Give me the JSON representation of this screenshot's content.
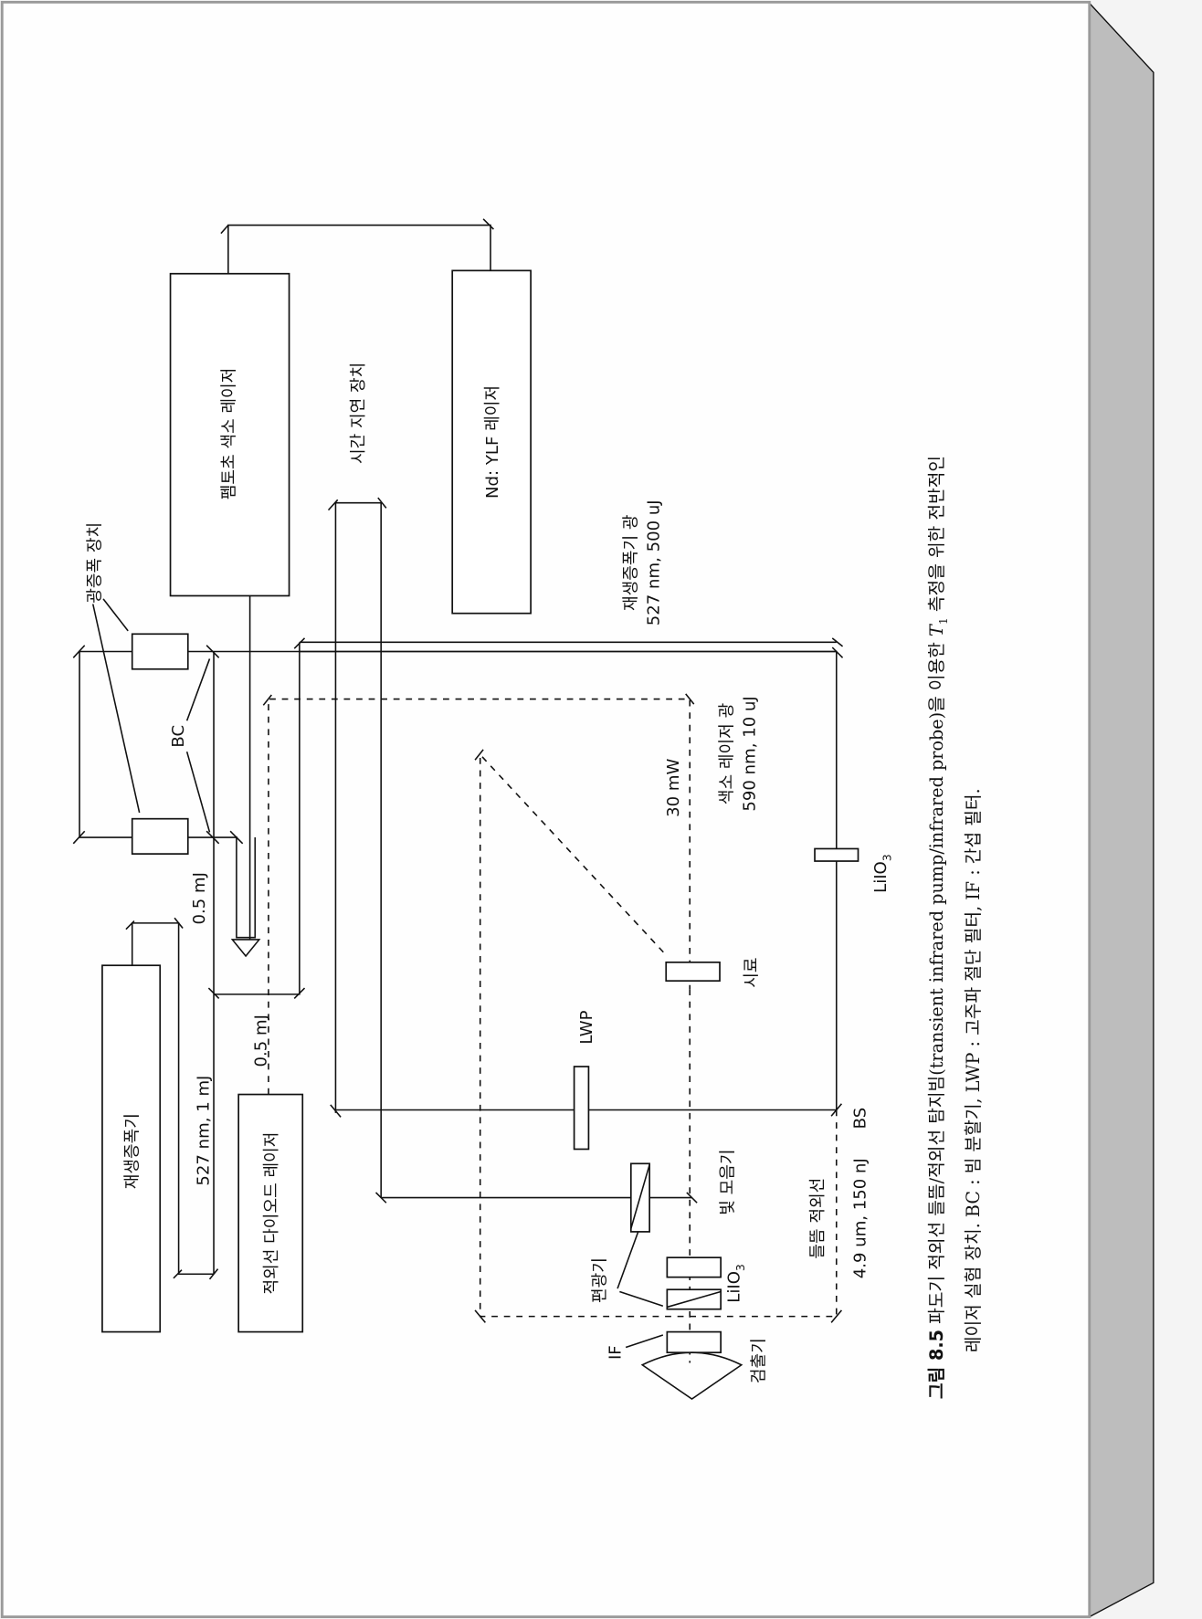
{
  "figure": {
    "components": {
      "femtosecond_dye_laser": "펨토초 색소 레이저",
      "nd_ylf_laser": "Nd: YLF 레이저",
      "time_delay": "시간 지연 장치",
      "regen_amplifier": "재생증폭기",
      "ir_diode_laser": "적외선 다이오드 레이저",
      "amplifier_label": "광증폭 장치",
      "bc_label": "BC",
      "lwp_label": "LWP",
      "sample_label": "시료",
      "light_collector_label": "빛 모음기",
      "polarizer_label": "편광기",
      "liio3_label_1": "LiIO",
      "liio3_label_2": "LiIO",
      "subscript_3": "3",
      "if_label": "IF",
      "detector_label": "검출기",
      "bs_label": "BS"
    },
    "annotations": {
      "regen_energy": "527 nm, 1 mJ",
      "split_energy_1": "0.5 mJ",
      "split_energy_2": "0.5 mJ",
      "regen_light_title": "재생증폭기 광",
      "regen_light_value": "527 nm, 500 uJ",
      "power_30mw": "30 mW",
      "dye_light_title": "색소 레이저 광",
      "dye_light_value": "590 nm, 10 uJ",
      "pump_ir_title": "들뜸 적외선",
      "pump_ir_value": "4.9 um, 150 nJ"
    }
  },
  "caption": {
    "label": "그림 8.5",
    "line1": "파도기 적외선 들뜸/적외선 탐지빔(transient infrared pump/infrared probe)을 이용한",
    "t1": "T",
    "t1_sub": "1",
    "line1_end": "측정을 위한 전반적인",
    "line2": "레이저 실험 장치. BC : 빔 분할기, LWP : 고주파 절단 필터, IF : 간섭 필터."
  }
}
